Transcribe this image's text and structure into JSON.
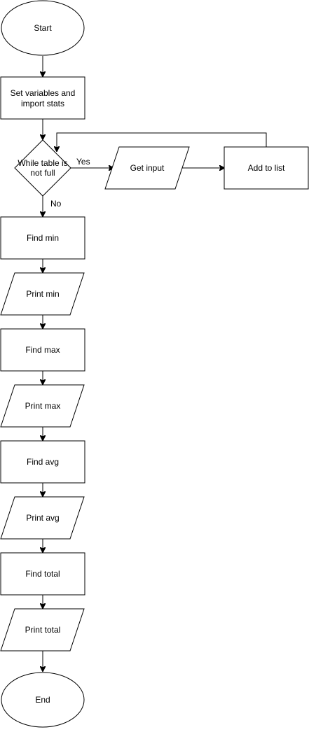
{
  "nodes": {
    "start": "Start",
    "set_variables_line1": "Set variables and",
    "set_variables_line2": "import stats",
    "decision_line1": "While table is",
    "decision_line2": "not full",
    "get_input": "Get input",
    "add_to_list": "Add to list",
    "find_min": "Find min",
    "print_min": "Print min",
    "find_max": "Find max",
    "print_max": "Print max",
    "find_avg": "Find avg",
    "print_avg": "Print avg",
    "find_total": "Find total",
    "print_total": "Print total",
    "end": "End"
  },
  "edge_labels": {
    "yes": "Yes",
    "no": "No"
  }
}
